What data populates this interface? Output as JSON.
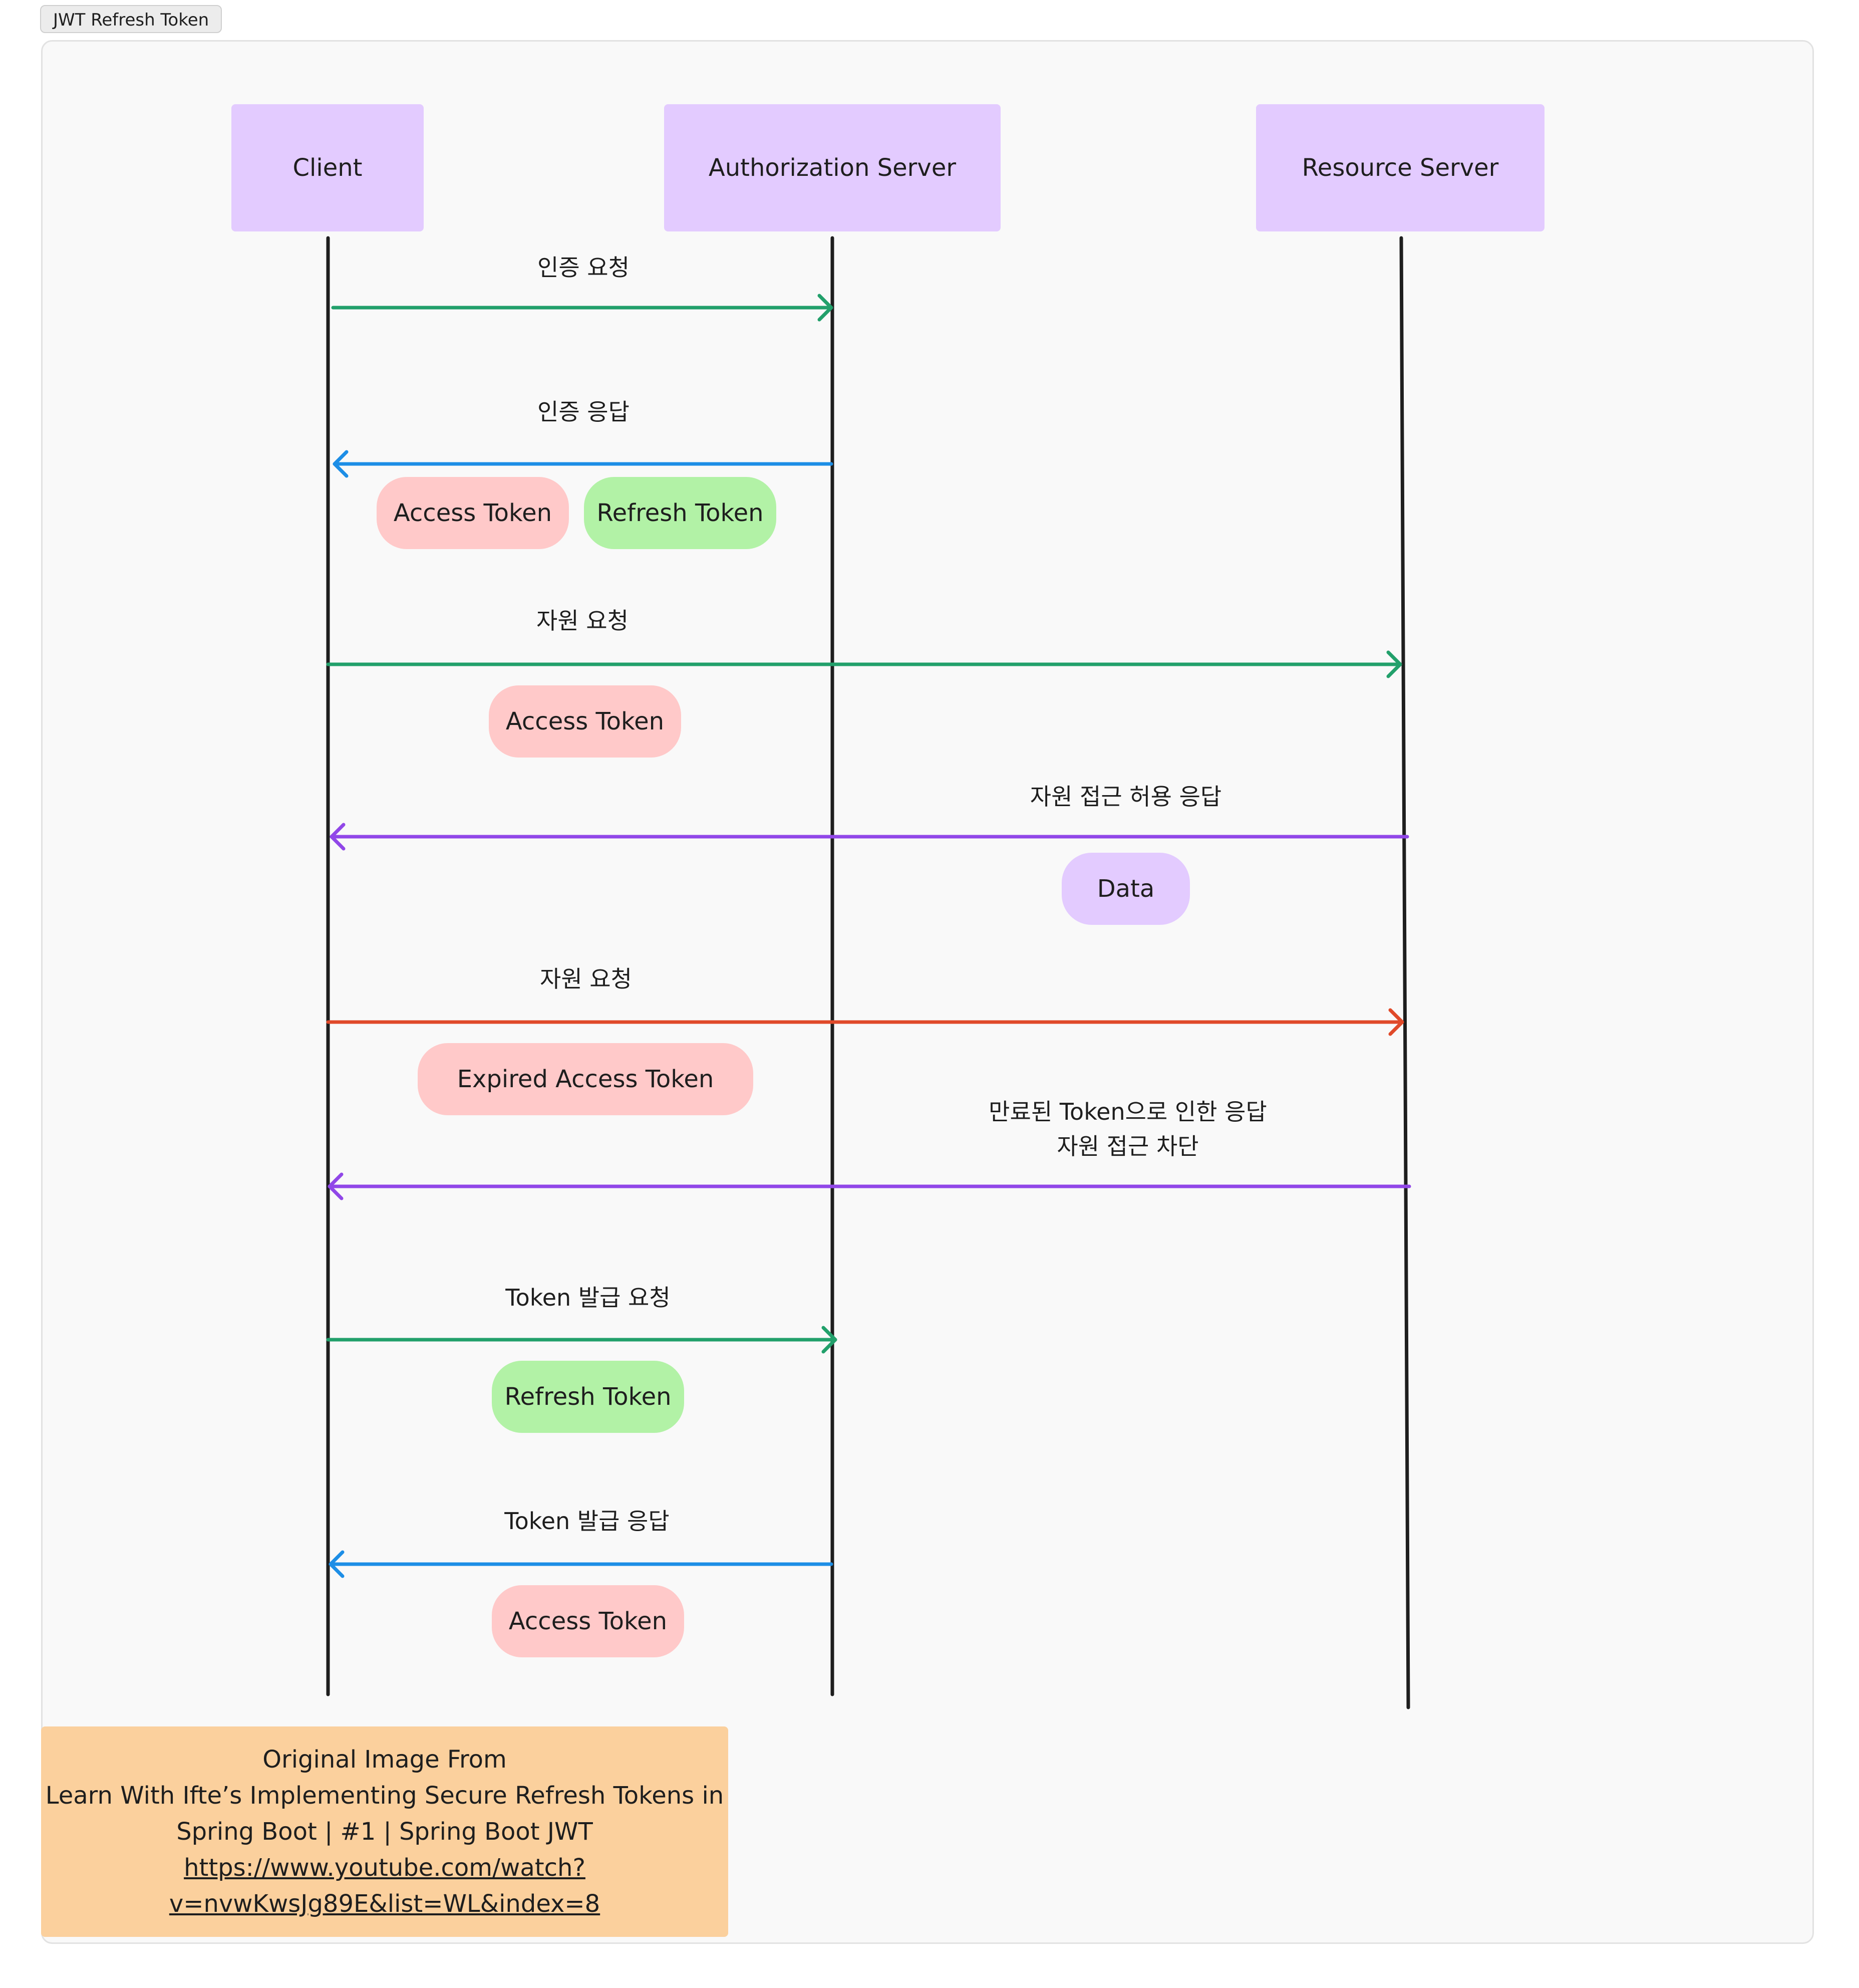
{
  "frame": {
    "name": "JWT Refresh Token"
  },
  "colors": {
    "actor": "#e3cbff",
    "access_token": "#ffc9c9",
    "refresh_token": "#b2f2a6",
    "request_arrow": "#22a06b",
    "response_arrow": "#1d8ee6",
    "resource_response_arrow": "#9147e8",
    "expired_request_arrow": "#e04a2a",
    "note": "#fbd09d"
  },
  "actors": {
    "client": "Client",
    "auth": "Authorization Server",
    "resource": "Resource Server"
  },
  "messages": {
    "m1": {
      "label": "인증 요청"
    },
    "m2": {
      "label": "인증 응답",
      "tokens": [
        "Access Token",
        "Refresh Token"
      ]
    },
    "m3": {
      "label": "자원 요청",
      "tokens": [
        "Access Token"
      ]
    },
    "m4": {
      "label": "자원 접근 허용 응답",
      "tokens": [
        "Data"
      ]
    },
    "m5": {
      "label": "자원 요청",
      "tokens": [
        "Expired Access Token"
      ]
    },
    "m6": {
      "label_line1": "만료된 Token으로 인한 응답",
      "label_line2": "자원 접근 차단"
    },
    "m7": {
      "label": "Token 발급 요청",
      "tokens": [
        "Refresh Token"
      ]
    },
    "m8": {
      "label": "Token 발급 응답",
      "tokens": [
        "Access Token"
      ]
    }
  },
  "source": {
    "line1": "Original Image From",
    "line2": "Learn With Ifte’s Implementing Secure Refresh Tokens in",
    "line3": "Spring Boot | #1 | Spring Boot JWT",
    "url_line1": "https://www.youtube.com/watch?",
    "url_line2": "v=nvwKwsJg89E&list=WL&index=8"
  }
}
